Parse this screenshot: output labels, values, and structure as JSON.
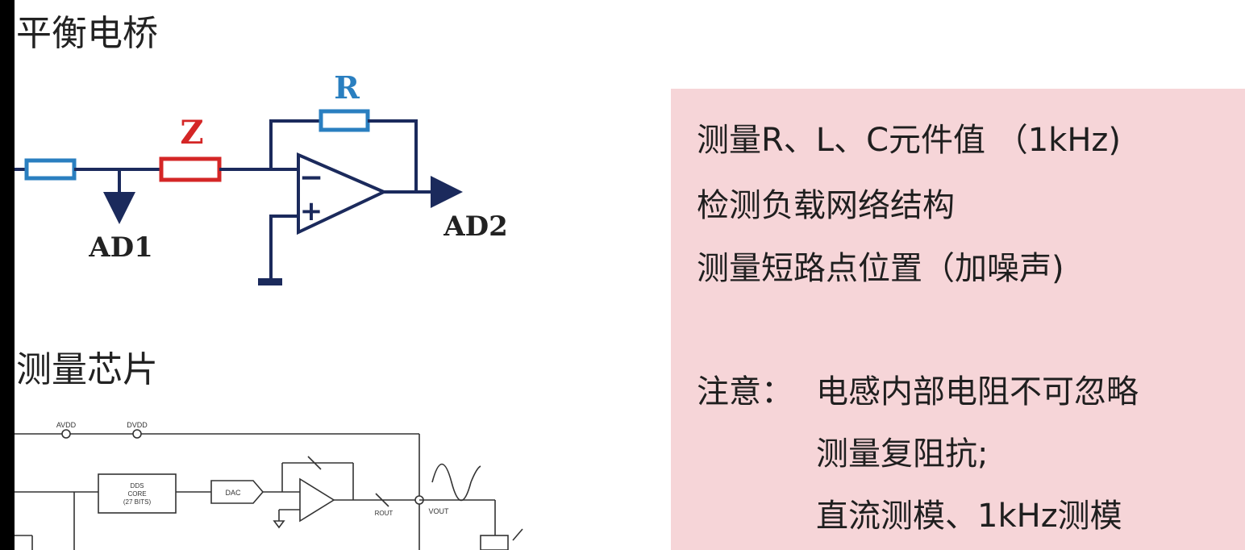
{
  "headings": {
    "bridge": "平衡电桥",
    "chip": "测量芯片"
  },
  "circuit": {
    "label_r": "R",
    "label_z": "Z",
    "label_ad1": "AD1",
    "label_ad2": "AD2",
    "opamp_minus": "−",
    "opamp_plus": "+",
    "colors": {
      "wire": "#1b2a5c",
      "r_color": "#2a7fc0",
      "z_color": "#d42626",
      "text": "#222222"
    }
  },
  "chip": {
    "avdd": "AVDD",
    "dvdd": "DVDD",
    "dds_line1": "DDS",
    "dds_line2": "CORE",
    "dds_line3": "(27 BITS)",
    "dac": "DAC",
    "rout": "ROUT",
    "vout": "VOUT"
  },
  "panel": {
    "line1": "测量R、L、C元件值 （1kHz)",
    "line2": "检测负载网络结构",
    "line3": "测量短路点位置（加噪声)",
    "note_label": "注意：",
    "note1": "电感内部电阻不可忽略",
    "note2": "测量复阻抗;",
    "note3": "直流测模、1kHz测模",
    "bg_color": "#f6d5d8"
  }
}
